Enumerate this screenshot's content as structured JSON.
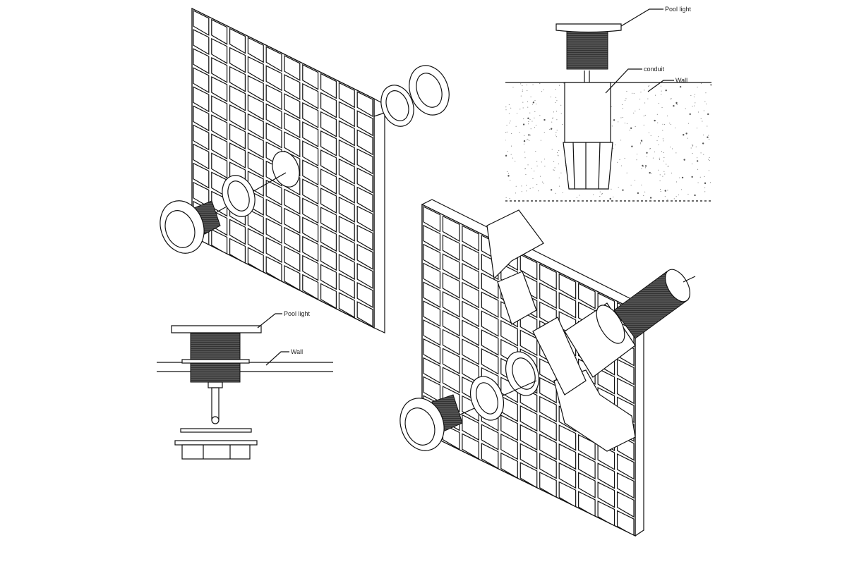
{
  "title": "Pool light installation diagram",
  "labels": {
    "top_pool_light": "Pool light",
    "top_conduit": "conduit",
    "top_wall": "Wall",
    "left_pool_light": "Pool light",
    "left_wall": "Wall"
  },
  "colors": {
    "line": "#111111",
    "thread": "#2a2a2a",
    "background": "#ffffff"
  }
}
